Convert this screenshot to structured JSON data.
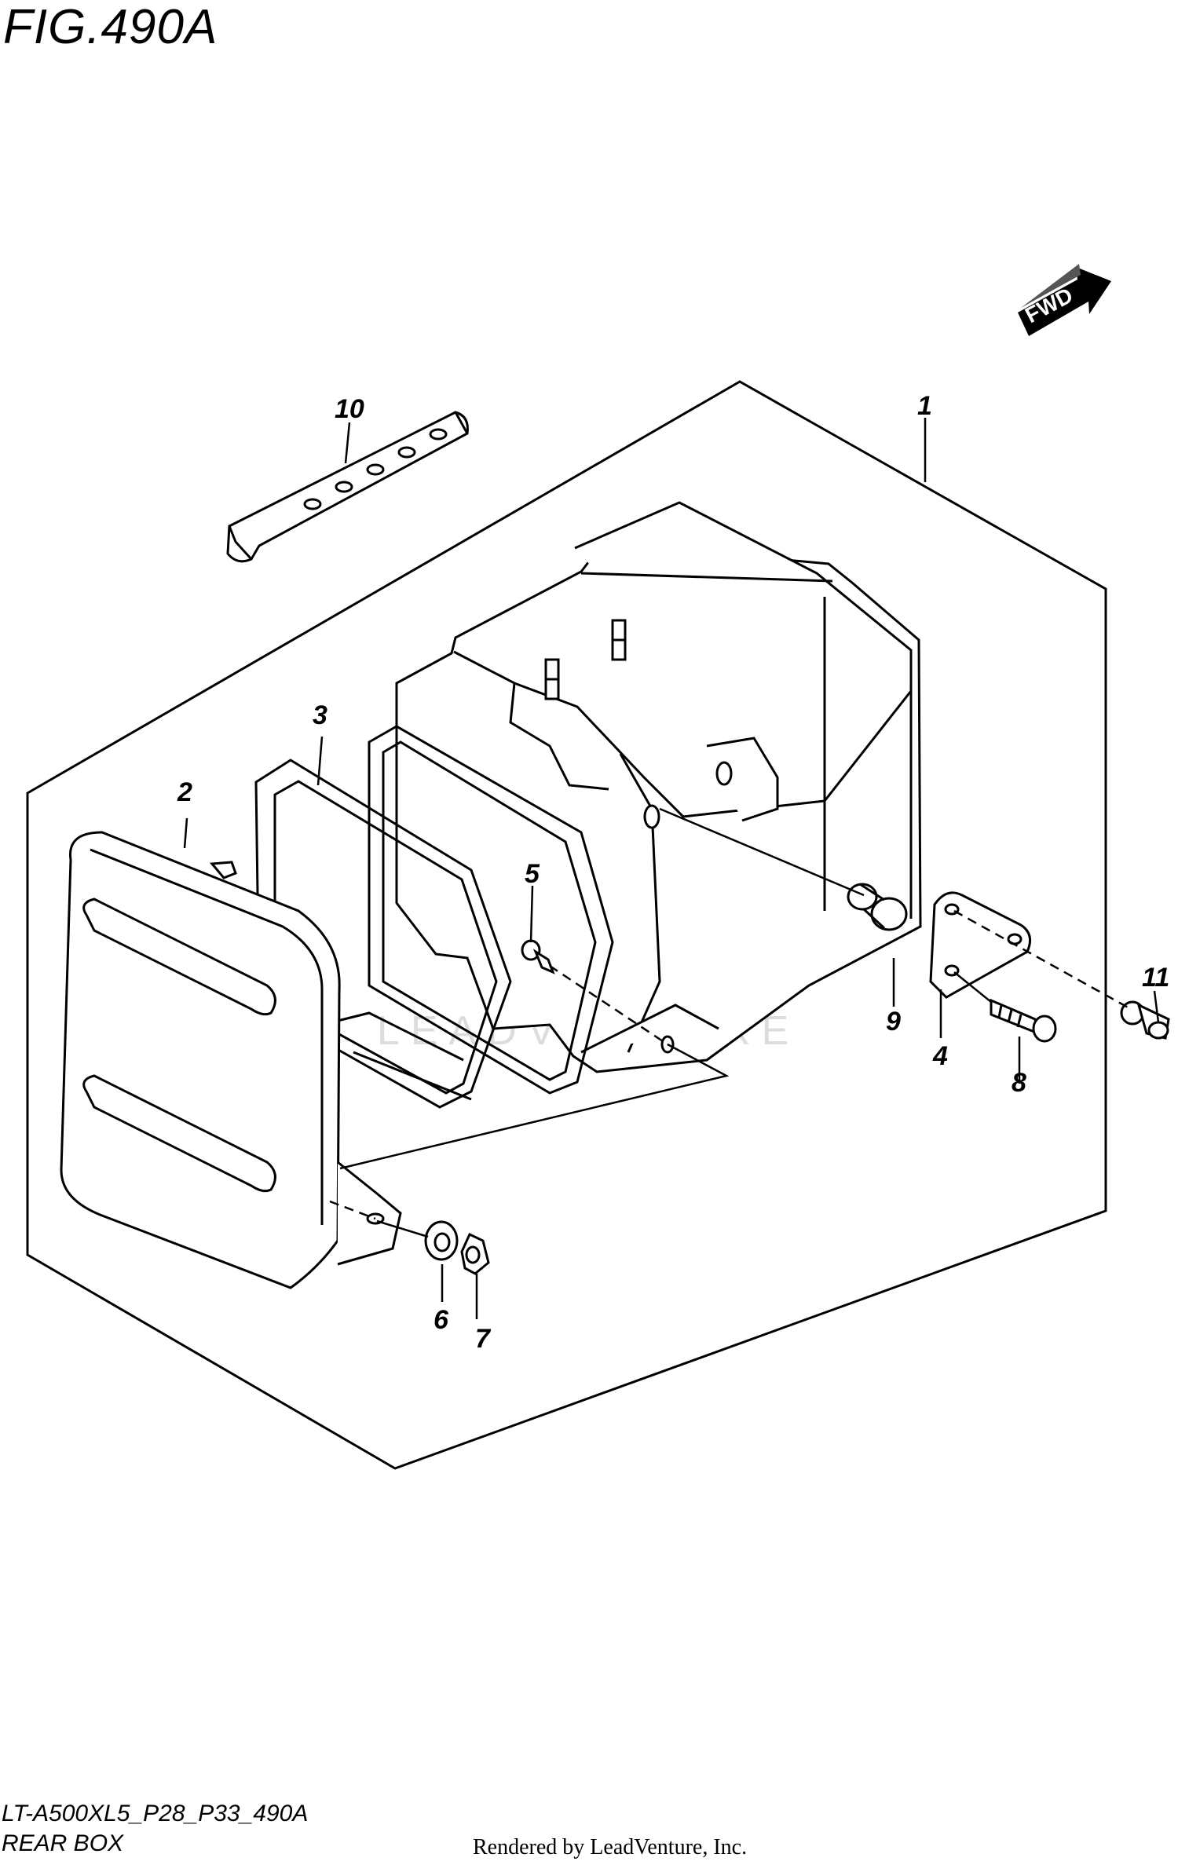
{
  "figure": {
    "title": "FIG.490A",
    "code": "LT-A500XL5_P28_P33_490A",
    "name": "REAR BOX",
    "rendered_by": "Rendered by LeadVenture, Inc.",
    "watermark": "LEADVENTURE"
  },
  "direction_arrow": {
    "label": "FWD"
  },
  "callouts": [
    {
      "id": "c1",
      "number": "1"
    },
    {
      "id": "c2",
      "number": "2"
    },
    {
      "id": "c3",
      "number": "3"
    },
    {
      "id": "c4",
      "number": "4"
    },
    {
      "id": "c5",
      "number": "5"
    },
    {
      "id": "c6",
      "number": "6"
    },
    {
      "id": "c7",
      "number": "7"
    },
    {
      "id": "c8",
      "number": "8"
    },
    {
      "id": "c9",
      "number": "9"
    },
    {
      "id": "c10",
      "number": "10"
    },
    {
      "id": "c11",
      "number": "11"
    }
  ]
}
